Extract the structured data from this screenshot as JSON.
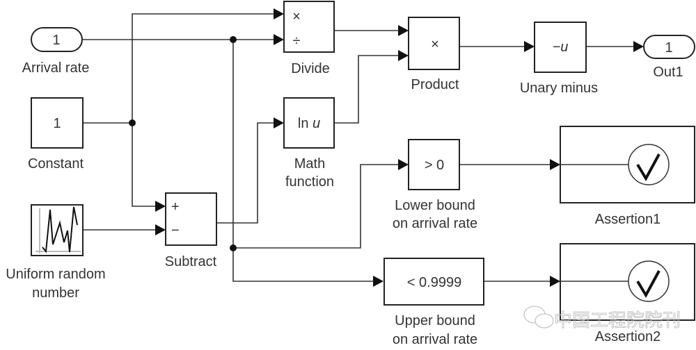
{
  "blocks": {
    "arrival_rate": {
      "label": "Arrival rate",
      "value": "1"
    },
    "constant": {
      "label": "Constant",
      "value": "1"
    },
    "uniform_random": {
      "label_line1": "Uniform random",
      "label_line2": "number"
    },
    "subtract": {
      "label": "Subtract",
      "port_plus": "+",
      "port_minus": "−"
    },
    "divide": {
      "label": "Divide",
      "port_mul": "×",
      "port_div": "÷"
    },
    "math_function": {
      "label_line1": "Math",
      "label_line2": "function",
      "text_prefix": "ln ",
      "text_var": "u"
    },
    "product": {
      "label": "Product",
      "symbol": "×"
    },
    "unary_minus": {
      "label": "Unary minus",
      "text": "−u"
    },
    "out1": {
      "label": "Out1",
      "value": "1"
    },
    "lower_bound": {
      "label_line1": "Lower bound",
      "label_line2": "on arrival rate",
      "text": "> 0"
    },
    "upper_bound": {
      "label_line1": "Upper bound",
      "label_line2": "on arrival rate",
      "text": "< 0.9999"
    },
    "assertion1": {
      "label": "Assertion1",
      "symbol": "✓"
    },
    "assertion2": {
      "label": "Assertion2",
      "symbol": "✓"
    }
  },
  "watermark": {
    "text": "中国工程院院刊"
  }
}
